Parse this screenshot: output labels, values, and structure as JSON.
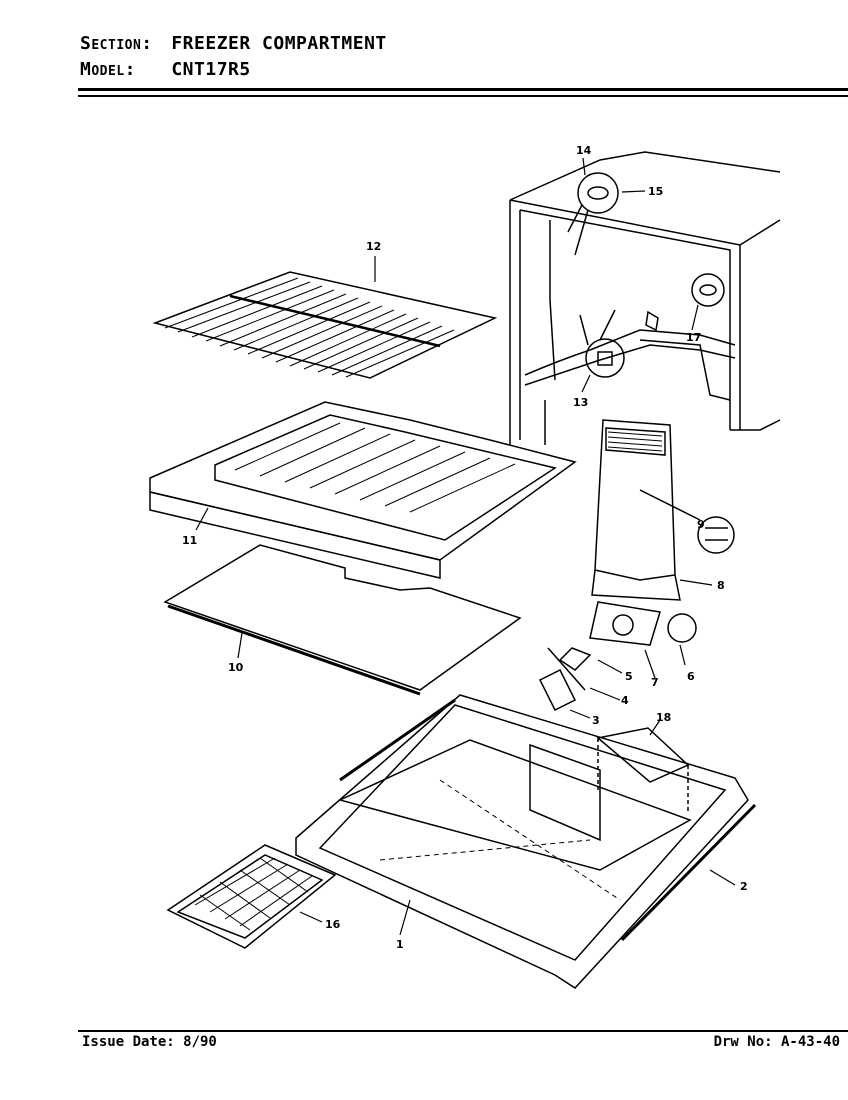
{
  "header": {
    "section_key": "Section:",
    "section_value": "FREEZER COMPARTMENT",
    "model_key": "Model:",
    "model_value": "CNT17R5"
  },
  "footer": {
    "issue_date": "Issue Date: 8/90",
    "drawing_no": "Drw No: A-43-40"
  },
  "callouts": {
    "c1": "1",
    "c2": "2",
    "c3": "3",
    "c4": "4",
    "c5": "5",
    "c6": "6",
    "c7": "7",
    "c8": "8",
    "c9": "9",
    "c10": "10",
    "c11": "11",
    "c12": "12",
    "c13": "13",
    "c14": "14",
    "c15": "15",
    "c16": "16",
    "c17": "17",
    "c18": "18"
  }
}
